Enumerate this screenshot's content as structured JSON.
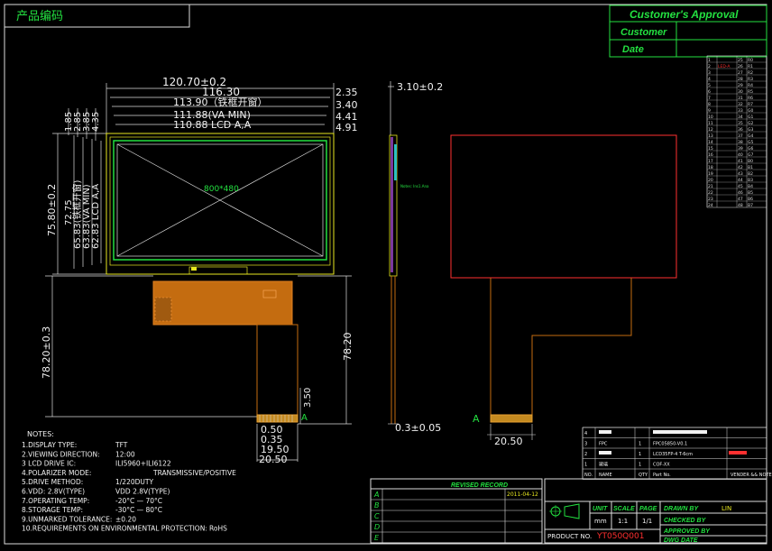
{
  "title_block": {
    "title": "产品编码"
  },
  "approval": {
    "header": "Customer's Approval",
    "customer_label": "Customer",
    "date_label": "Date"
  },
  "dimensions": {
    "top": [
      "120.70±0.2",
      "116.30",
      "113.90（铁框开窗）",
      "111.88(VA MIN)",
      "110.88 LCD A,A"
    ],
    "top_right": [
      "2.35",
      "3.40",
      "4.41",
      "4.91"
    ],
    "left_top": [
      "1.85",
      "2.85",
      "3.85",
      "4.35"
    ],
    "left_vertical": [
      "75.80±0.2",
      "72.75",
      "65.83(铁框开窗)",
      "63.83(VA MIN)",
      "62.83 LCD A,A"
    ],
    "fpc_left": "78.20±0.3",
    "fpc_right": "78.20",
    "fpc_tail": "3.50",
    "bottom": [
      "0.50",
      "0.35",
      "19.50",
      "20.50"
    ],
    "side_thickness": "3.10±0.2",
    "side_bottom": "0.3±0.05",
    "back_bottom": "20.50",
    "back_label": "A",
    "resolution": "800*480",
    "side_note": "Notes: Ins1.Ana"
  },
  "notes": {
    "heading": "NOTES:",
    "items": [
      [
        "1.DISPLAY TYPE:",
        "TFT"
      ],
      [
        "2.VIEWING DIRECTION:",
        "12:00"
      ],
      [
        "3 LCD DRIVE IC:",
        "ILI5960+ILI6122"
      ],
      [
        "4.POLARIZER MODE:",
        "TRANSMISSIVE/POSITIVE"
      ],
      [
        "5.DRIVE METHOD:",
        "1/220DUTY"
      ],
      [
        "6.VDD: 2.8V(TYPE)",
        "VDD 2.8V(TYPE)"
      ],
      [
        "7.OPERATING TEMP:",
        "-20°C — 70°C"
      ],
      [
        "8.STORAGE TEMP:",
        "-30°C — 80°C"
      ],
      [
        "9.UNMARKED TOLERANCE:",
        "±0.20"
      ],
      [
        "10.REQUIREMENTS ON ENVIRONMENTAL PROTECTION:",
        "RoHS"
      ]
    ]
  },
  "revised_record": {
    "header": "REVISED RECORD",
    "date": "2011-04-12",
    "rows": [
      "A",
      "B",
      "C",
      "D",
      "E"
    ]
  },
  "bom": {
    "rows": [
      [
        "4",
        "",
        "",
        "",
        "",
        ""
      ],
      [
        "3",
        "FPC",
        "1",
        "FPC05850-V0.1",
        "",
        ""
      ],
      [
        "2",
        "",
        "1",
        "LCD35FP-4 T-6cm",
        "",
        ""
      ],
      [
        "1",
        "玻璃",
        "1",
        "COF-XX",
        "",
        ""
      ]
    ],
    "header": [
      "NO.",
      "NAME",
      "QTY",
      "Part No.",
      "",
      "VENDER && NOTE"
    ]
  },
  "title_footer": {
    "unit_label": "UNIT",
    "scale_label": "SCALE",
    "page_label": "PAGE",
    "unit": "mm",
    "scale": "1:1",
    "page": "1/1",
    "drawn_by_label": "DRAWN BY",
    "drawn_by": "LIN",
    "checked_by_label": "CHECKED BY",
    "approved_by_label": "APPROVED BY",
    "dwg_date_label": "DWG DATE",
    "product_no_label": "PRODUCT NO.",
    "product_no": "YT050Q001"
  },
  "pin_table": {
    "rows": [
      [
        "1",
        "",
        "25",
        "R0"
      ],
      [
        "2",
        "LED-A",
        "26",
        "R1"
      ],
      [
        "3",
        "",
        "27",
        "R2"
      ],
      [
        "4",
        "",
        "28",
        "R3"
      ],
      [
        "5",
        "",
        "29",
        "R4"
      ],
      [
        "6",
        "",
        "30",
        "R5"
      ],
      [
        "7",
        "",
        "31",
        "R6"
      ],
      [
        "8",
        "",
        "32",
        "R7"
      ],
      [
        "9",
        "",
        "33",
        "G0"
      ],
      [
        "10",
        "",
        "34",
        "G1"
      ],
      [
        "11",
        "",
        "35",
        "G2"
      ],
      [
        "12",
        "",
        "36",
        "G3"
      ],
      [
        "13",
        "",
        "37",
        "G4"
      ],
      [
        "14",
        "",
        "38",
        "G5"
      ],
      [
        "15",
        "",
        "39",
        "G6"
      ],
      [
        "16",
        "",
        "40",
        "G7"
      ],
      [
        "17",
        "",
        "41",
        "B0"
      ],
      [
        "18",
        "",
        "42",
        "B1"
      ],
      [
        "19",
        "",
        "43",
        "B2"
      ],
      [
        "20",
        "",
        "44",
        "B3"
      ],
      [
        "21",
        "",
        "45",
        "B4"
      ],
      [
        "22",
        "",
        "46",
        "B5"
      ],
      [
        "23",
        "",
        "47",
        "B6"
      ],
      [
        "24",
        "",
        "48",
        "B7"
      ]
    ]
  }
}
